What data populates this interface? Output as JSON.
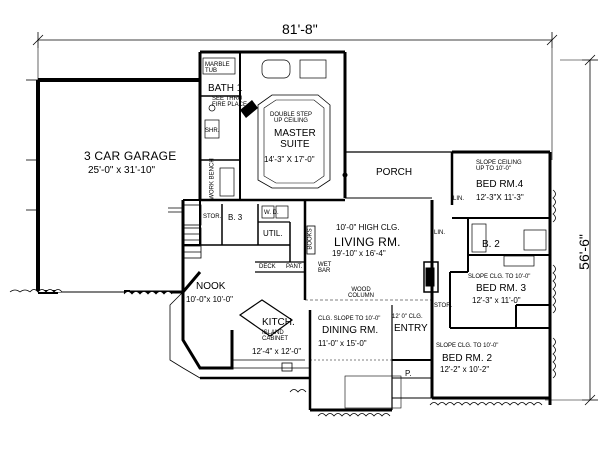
{
  "dimensions": {
    "overall_width": "81'-8\"",
    "overall_depth": "56'-6\""
  },
  "rooms": {
    "garage": {
      "name": "3 CAR GARAGE",
      "size": "25'-0\" x 31'-10\""
    },
    "bath1": {
      "name": "BATH 1",
      "note": "SEE THRU\nFIRE PLACE"
    },
    "marble_tub": "MARBLE\nTUB",
    "master": {
      "ceiling": "DOUBLE STEP\nUP CEILING",
      "name": "MASTER\nSUITE",
      "size": "14'-3\" X 17'-0\""
    },
    "shr": "SHR.",
    "work_bench": "WORK BENCH",
    "porch": "PORCH",
    "bed4": {
      "ceiling": "SLOPE CEILING\nUP TO 10'-0\"",
      "name": "BED RM.4",
      "size": "12'-3\"X 11'-3\""
    },
    "lin1": "LIN.",
    "stor1": "STOR.",
    "b3": "B. 3",
    "wd": "W. D.",
    "util": "UTIL.",
    "living": {
      "ceiling": "10'-0\" HIGH CLG.",
      "name": "LIVING RM.",
      "size": "19'-10\" x 16'-4\""
    },
    "books": "BOOKS",
    "lin2": "LIN.",
    "b2": "B. 2",
    "deck": "DECK",
    "pant": "PANT.",
    "wet_bar": "WET\nBAR",
    "nook": {
      "name": "NOOK",
      "size": "10'-0\"x 10'-0\""
    },
    "bed3": {
      "ceiling": "SLOPE CLG. TO 10'-0\"",
      "name": "BED RM. 3",
      "size": "12'-3\" x 11'-0\""
    },
    "wood_column": "WOOD\nCOLUMN",
    "stor2": "STOR.",
    "kitchen": {
      "name": "KITCH.",
      "island": "ISLAND\nCABINET",
      "size": "12'-4\" x 12'-0\""
    },
    "dining": {
      "ceiling": "CLG. SLOPE TO 10'-0\"",
      "name": "DINING RM.",
      "size": "11'-0\" x 15'-0\""
    },
    "entry": {
      "ceiling": "12' 0\" CLG.",
      "name": "ENTRY"
    },
    "bed2": {
      "ceiling": "SLOPE CLG. TO 10'-0\"",
      "name": "BED RM. 2",
      "size": "12'-2\" x 10'-2\""
    },
    "p": "P."
  }
}
